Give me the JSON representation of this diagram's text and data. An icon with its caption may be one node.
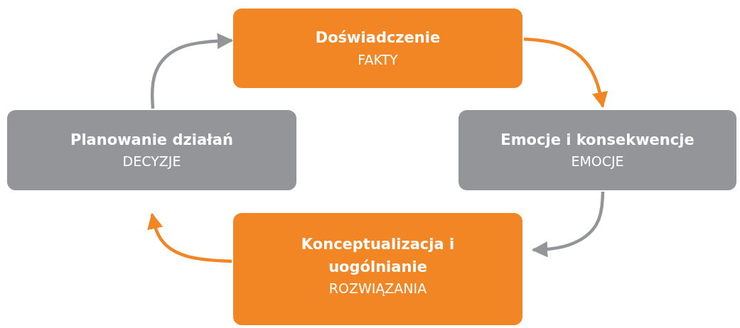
{
  "diagram": {
    "nodes": [
      {
        "text": [
          "Doświadczenie",
          "FAKTY"
        ]
      },
      {
        "text": [
          "Emocje i konsekwencje",
          "EMOCJE"
        ]
      },
      {
        "text": [
          "Konceptualizacja i uogólnianie",
          "ROZWIĄZANIA"
        ]
      },
      {
        "text": [
          "Planowanie działań",
          "DECYZJE"
        ]
      }
    ],
    "edges": [
      {
        "from": 0,
        "to": 1,
        "arrow": "to",
        "color": "#f28524"
      },
      {
        "from": 1,
        "to": 2,
        "arrow": "to",
        "color": "#939598"
      },
      {
        "from": 2,
        "to": 3,
        "arrow": "to",
        "color": "#f28524"
      },
      {
        "from": 3,
        "to": 0,
        "arrow": "to",
        "color": "#939598"
      }
    ]
  }
}
